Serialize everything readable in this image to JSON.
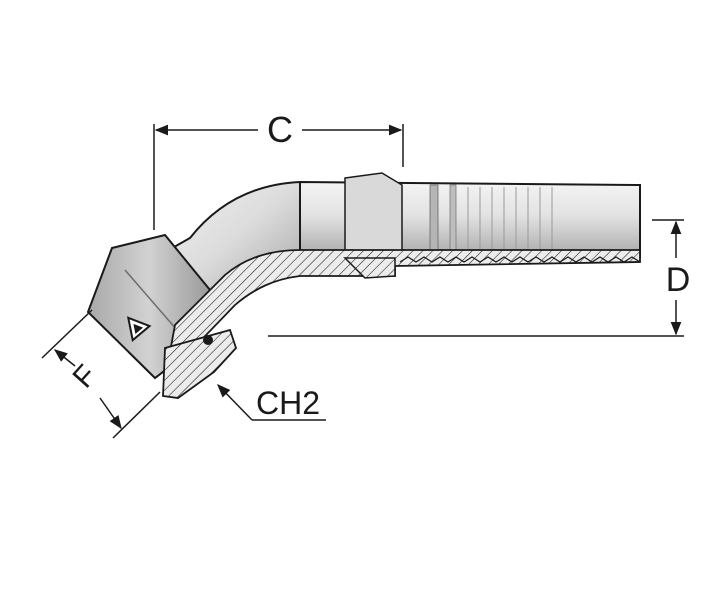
{
  "drawing": {
    "labels": {
      "c": "C",
      "d": "D",
      "f": "F",
      "ch2": "CH2"
    },
    "logo_icon": "triangle-logo-icon",
    "colors": {
      "outline": "#1a1a1a",
      "metal_light": "#e8e8e8",
      "metal_mid": "#c9c9c9",
      "metal_dark": "#8f8f8f",
      "section_fill": "#d6d6d6"
    }
  }
}
